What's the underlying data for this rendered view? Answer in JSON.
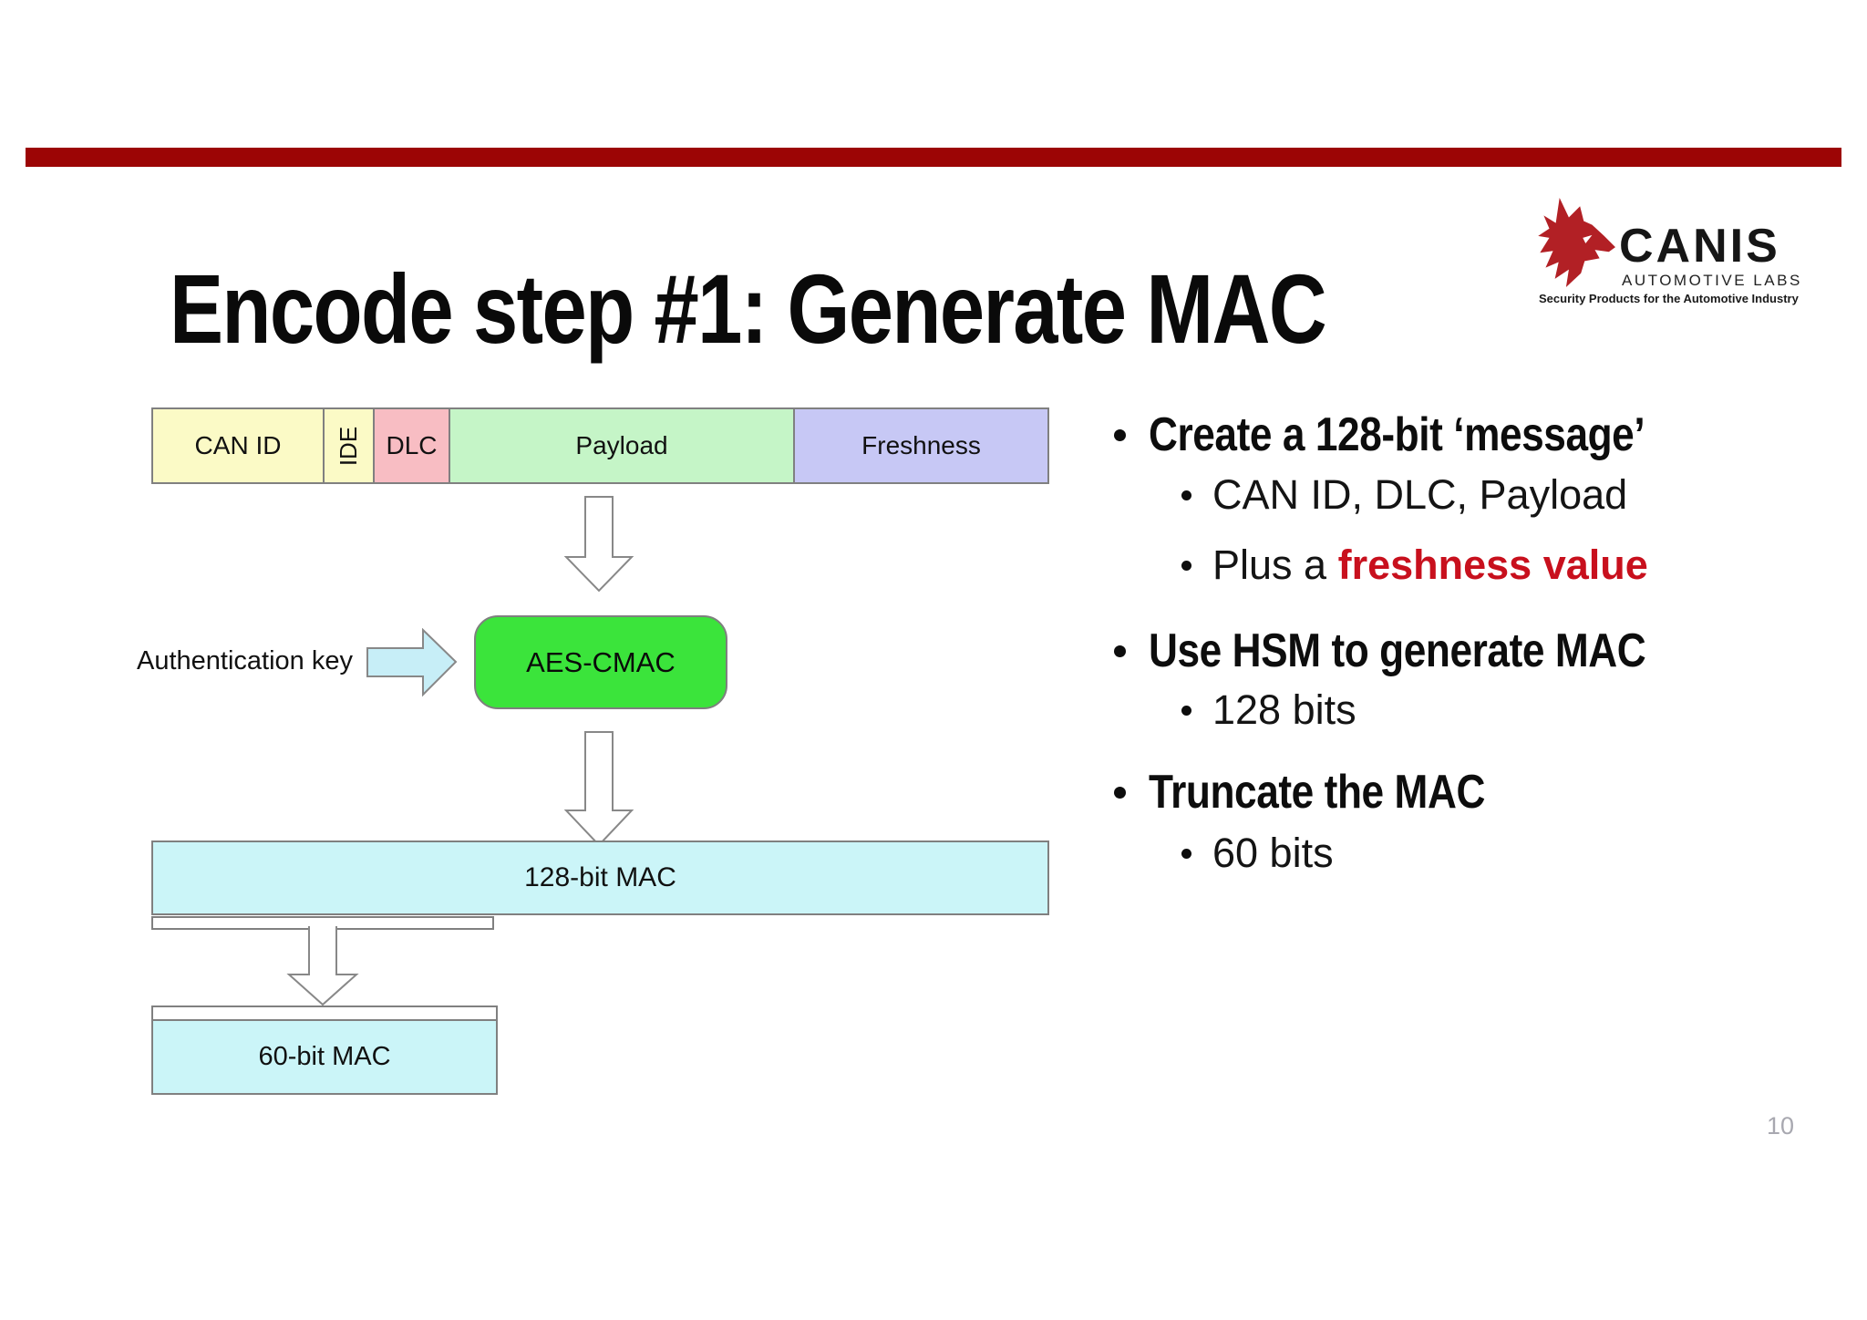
{
  "slide": {
    "title": "Encode step #1: Generate MAC",
    "page_number": "10"
  },
  "logo": {
    "name": "CANIS",
    "subtitle": "AUTOMOTIVE LABS",
    "tagline": "Security Products for the Automotive Industry"
  },
  "diagram": {
    "fields": [
      {
        "label": "CAN ID"
      },
      {
        "label": "IDE"
      },
      {
        "label": "DLC"
      },
      {
        "label": "Payload"
      },
      {
        "label": "Freshness"
      }
    ],
    "auth_key": "Authentication key",
    "aes": "AES-CMAC",
    "mac128": "128-bit MAC",
    "mac60": "60-bit MAC"
  },
  "bullets": {
    "b1": "Create a 128-bit ‘message’",
    "s1": "CAN ID, DLC, Payload",
    "s2_prefix": "Plus a ",
    "s2_highlight": "freshness value",
    "b2": "Use HSM to generate MAC",
    "s3": "128 bits",
    "b3": "Truncate the MAC",
    "s4": "60 bits"
  },
  "colors": {
    "accent_bar": "#9C0505",
    "highlight_red": "#C8101D",
    "logo_red": "#B22025",
    "aes_green": "#3BE43B",
    "mac_cyan": "#CBF5F8",
    "key_arrow_cyan": "#C7EEF7",
    "field_yellow": "#FBFAC6",
    "field_pink": "#F8BDC3",
    "field_green": "#C5F5C7",
    "field_lavender": "#C7C8F5",
    "page_number_gray": "#A8A8B0"
  }
}
